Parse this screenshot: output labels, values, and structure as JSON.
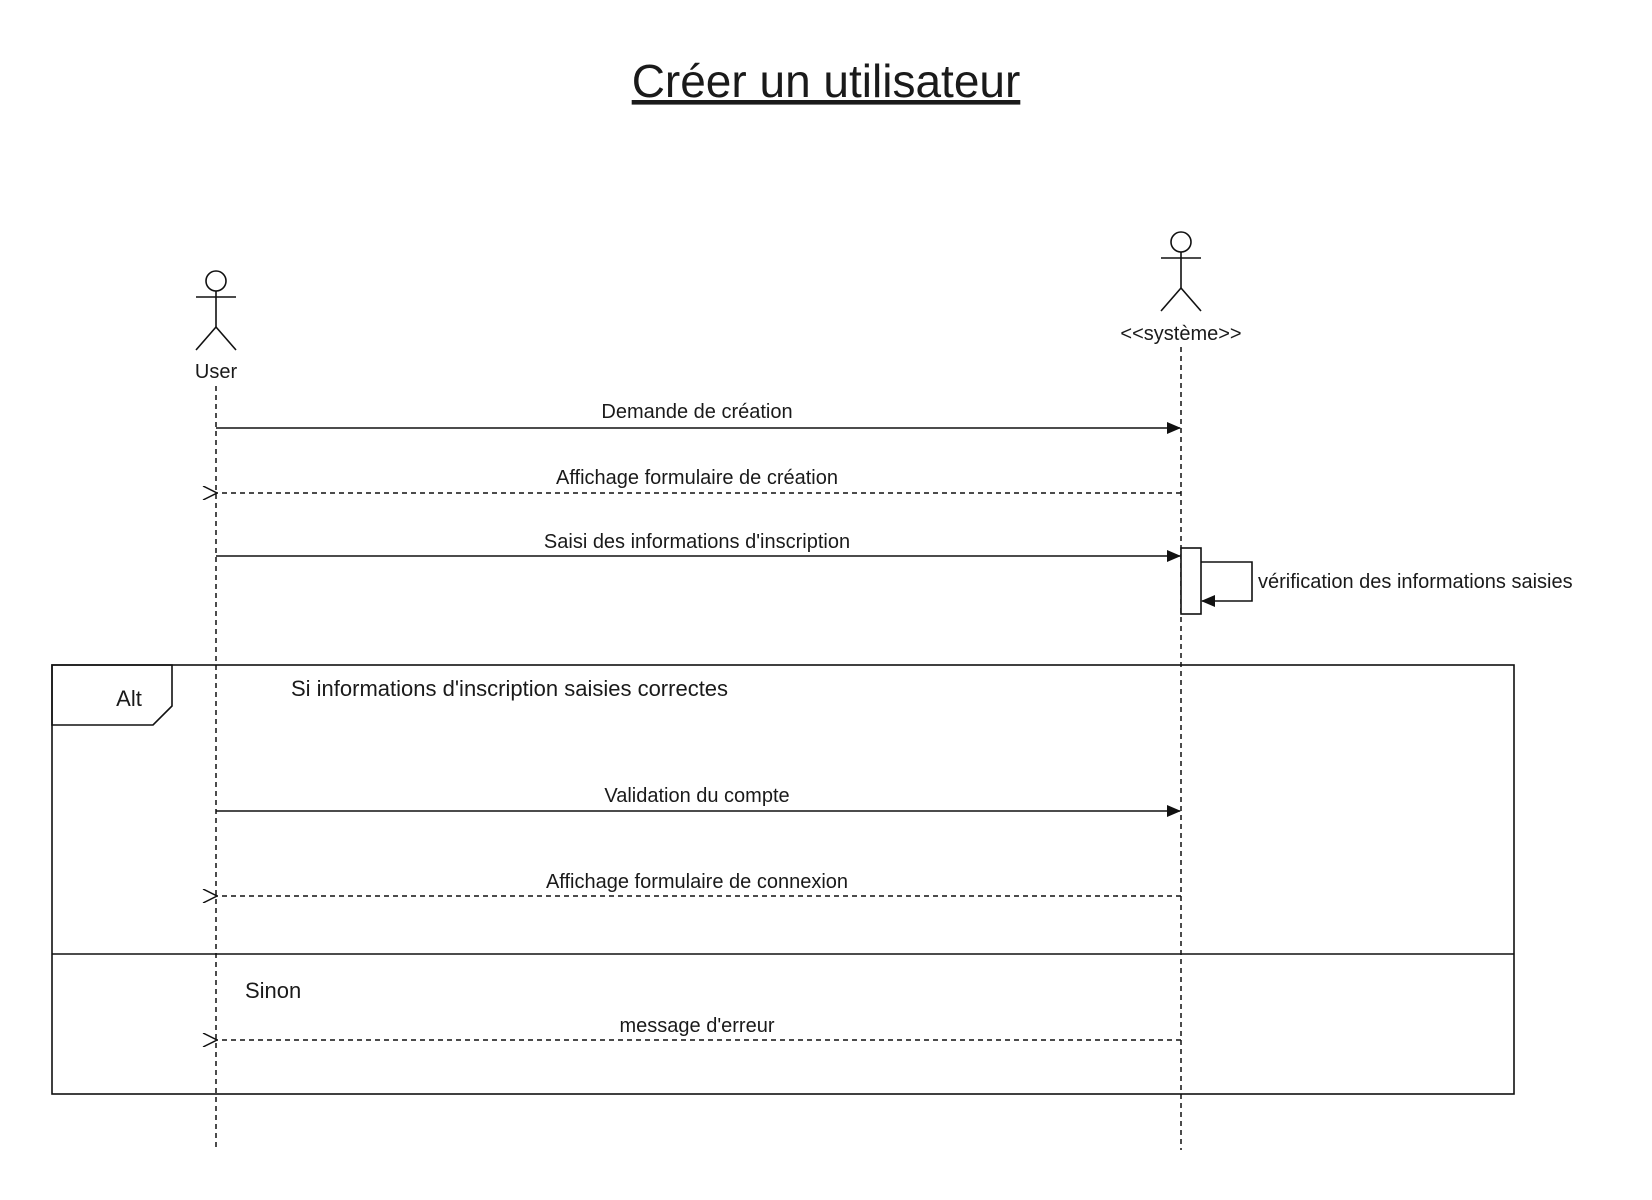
{
  "title": "Créer un utilisateur",
  "actors": {
    "user": "User",
    "system": "<<système>>"
  },
  "messages": {
    "m1": "Demande de création",
    "m2": "Affichage formulaire de création",
    "m3": "Saisi des informations d'inscription",
    "self": "vérification des informations saisies",
    "m4": "Validation du compte",
    "m5": "Affichage formulaire de connexion",
    "m6": "message d'erreur"
  },
  "fragment": {
    "operator": "Alt",
    "guard_if": "Si informations d'inscription saisies correctes",
    "guard_else": "Sinon",
    "tag_fill": "#ccffff"
  }
}
